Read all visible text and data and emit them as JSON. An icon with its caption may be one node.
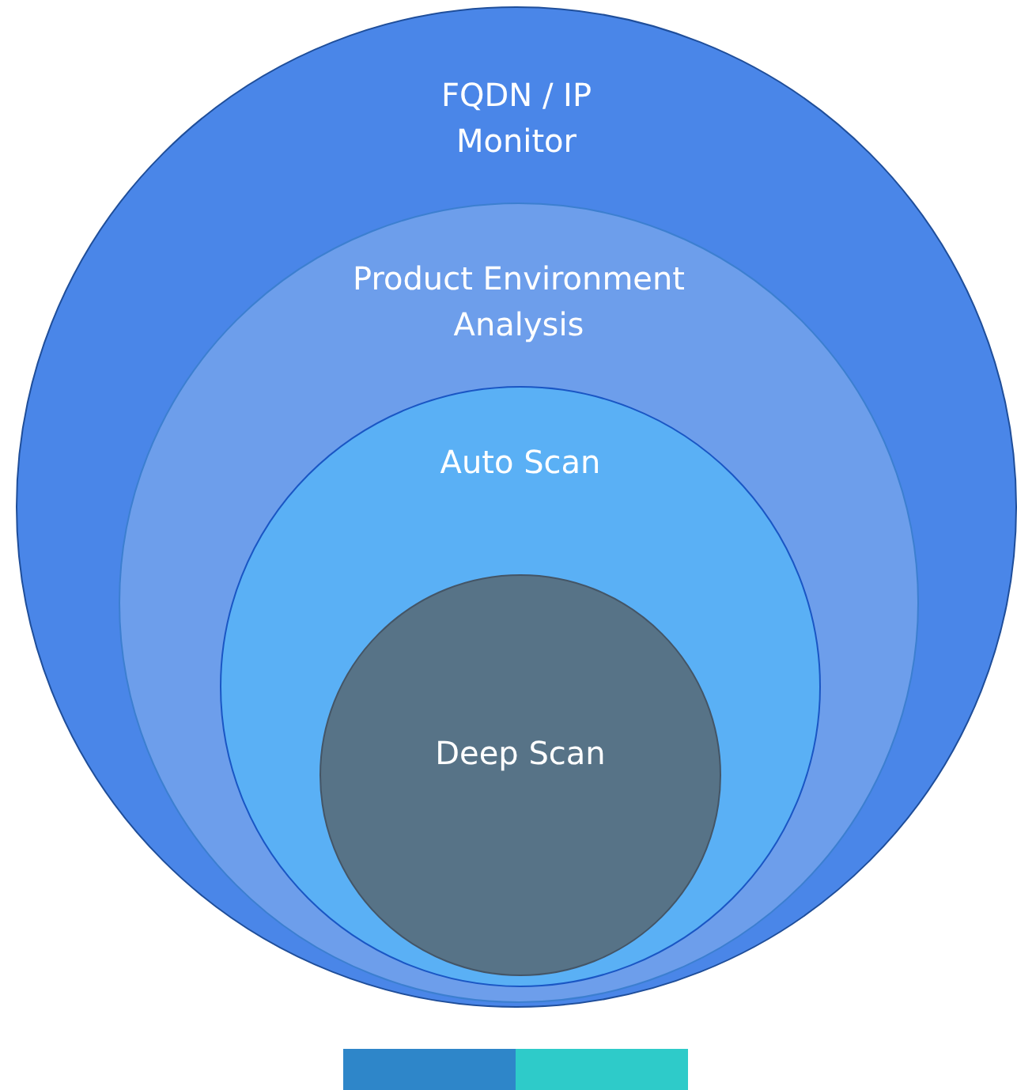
{
  "diagram": {
    "nodes": [
      {
        "text": [
          "FQDN / IP Monitor"
        ]
      },
      {
        "text": [
          "Product Environment Analysis"
        ],
        "in": 0
      },
      {
        "text": [
          "Auto Scan"
        ],
        "in": 1
      },
      {
        "text": [
          "Deep Scan"
        ],
        "in": 2
      }
    ]
  }
}
